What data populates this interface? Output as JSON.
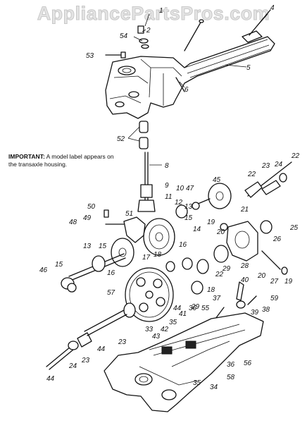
{
  "watermark": "AppliancePartsPros.com",
  "note": {
    "label": "IMPORTANT:",
    "text_line1": " A model label appears on",
    "text_line2": "the  transaxle  housing."
  },
  "callouts": [
    {
      "id": "c1",
      "text": "1"
    },
    {
      "id": "c2",
      "text": "2"
    },
    {
      "id": "c4",
      "text": "4"
    },
    {
      "id": "c5",
      "text": "5"
    },
    {
      "id": "c6",
      "text": "6"
    },
    {
      "id": "c8",
      "text": "8"
    },
    {
      "id": "c9",
      "text": "9"
    },
    {
      "id": "c10",
      "text": "10"
    },
    {
      "id": "c11",
      "text": "11"
    },
    {
      "id": "c12",
      "text": "12"
    },
    {
      "id": "c13a",
      "text": "13"
    },
    {
      "id": "c13b",
      "text": "13"
    },
    {
      "id": "c14",
      "text": "14"
    },
    {
      "id": "c15a",
      "text": "15"
    },
    {
      "id": "c15b",
      "text": "15"
    },
    {
      "id": "c15c",
      "text": "15"
    },
    {
      "id": "c16a",
      "text": "16"
    },
    {
      "id": "c16b",
      "text": "16"
    },
    {
      "id": "c17",
      "text": "17"
    },
    {
      "id": "c18a",
      "text": "18"
    },
    {
      "id": "c18b",
      "text": "18"
    },
    {
      "id": "c19a",
      "text": "19"
    },
    {
      "id": "c19b",
      "text": "19"
    },
    {
      "id": "c20a",
      "text": "20"
    },
    {
      "id": "c20b",
      "text": "20"
    },
    {
      "id": "c21",
      "text": "21"
    },
    {
      "id": "c22a",
      "text": "22"
    },
    {
      "id": "c22b",
      "text": "22"
    },
    {
      "id": "c22c",
      "text": "22"
    },
    {
      "id": "c23a",
      "text": "23"
    },
    {
      "id": "c23b",
      "text": "23"
    },
    {
      "id": "c23c",
      "text": "23"
    },
    {
      "id": "c24a",
      "text": "24"
    },
    {
      "id": "c24b",
      "text": "24"
    },
    {
      "id": "c25",
      "text": "25"
    },
    {
      "id": "c26",
      "text": "26"
    },
    {
      "id": "c27",
      "text": "27"
    },
    {
      "id": "c28",
      "text": "28"
    },
    {
      "id": "c29a",
      "text": "29"
    },
    {
      "id": "c29b",
      "text": "29"
    },
    {
      "id": "c33",
      "text": "33"
    },
    {
      "id": "c34",
      "text": "34"
    },
    {
      "id": "c35a",
      "text": "35"
    },
    {
      "id": "c35b",
      "text": "35"
    },
    {
      "id": "c36a",
      "text": "36"
    },
    {
      "id": "c36b",
      "text": "36"
    },
    {
      "id": "c37",
      "text": "37"
    },
    {
      "id": "c38",
      "text": "38"
    },
    {
      "id": "c39",
      "text": "39"
    },
    {
      "id": "c40",
      "text": "40"
    },
    {
      "id": "c41",
      "text": "41"
    },
    {
      "id": "c42",
      "text": "42"
    },
    {
      "id": "c43",
      "text": "43"
    },
    {
      "id": "c44a",
      "text": "44"
    },
    {
      "id": "c44b",
      "text": "44"
    },
    {
      "id": "c44c",
      "text": "44"
    },
    {
      "id": "c45",
      "text": "45"
    },
    {
      "id": "c46",
      "text": "46"
    },
    {
      "id": "c47",
      "text": "47"
    },
    {
      "id": "c48",
      "text": "48"
    },
    {
      "id": "c49",
      "text": "49"
    },
    {
      "id": "c50",
      "text": "50"
    },
    {
      "id": "c51",
      "text": "51"
    },
    {
      "id": "c52",
      "text": "52"
    },
    {
      "id": "c53",
      "text": "53"
    },
    {
      "id": "c54",
      "text": "54"
    },
    {
      "id": "c55",
      "text": "55"
    },
    {
      "id": "c56",
      "text": "56"
    },
    {
      "id": "c57",
      "text": "57"
    },
    {
      "id": "c58",
      "text": "58"
    },
    {
      "id": "c59",
      "text": "59"
    }
  ]
}
